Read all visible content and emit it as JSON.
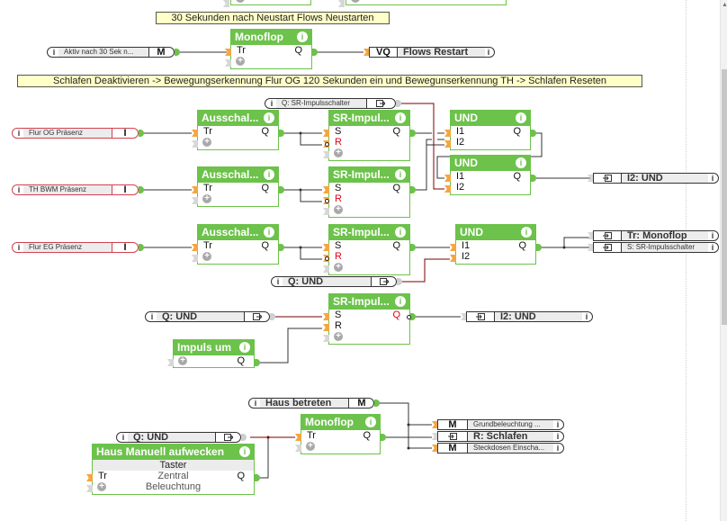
{
  "comments": {
    "restart": "30 Sekunden nach Neustart Flows Neustarten",
    "sleep": "Schlafen Deaktivieren -> Bewegungserkennung Flur OG 120 Sekunden ein und Bewegunserkennung TH -> Schlafen Reseten"
  },
  "blocks": {
    "monoflop_top": {
      "title": "Monoflop",
      "in": [
        "Tr"
      ],
      "out": [
        "Q"
      ]
    },
    "aus1": {
      "title": "Ausschal...",
      "in": [
        "Tr"
      ],
      "out": [
        "Q"
      ]
    },
    "aus2": {
      "title": "Ausschal...",
      "in": [
        "Tr"
      ],
      "out": [
        "Q"
      ]
    },
    "aus3": {
      "title": "Ausschal...",
      "in": [
        "Tr"
      ],
      "out": [
        "Q"
      ]
    },
    "sr1": {
      "title": "SR-Impul...",
      "in": [
        "S",
        "R"
      ],
      "out": [
        "Q"
      ]
    },
    "sr2": {
      "title": "SR-Impul...",
      "in": [
        "S",
        "R"
      ],
      "out": [
        "Q"
      ]
    },
    "sr3": {
      "title": "SR-Impul...",
      "in": [
        "S",
        "R"
      ],
      "out": [
        "Q"
      ]
    },
    "sr4": {
      "title": "SR-Impul...",
      "in": [
        "S",
        "R"
      ],
      "out": [
        "Q"
      ]
    },
    "und1": {
      "title": "UND",
      "in": [
        "I1",
        "I2"
      ],
      "out": [
        "Q"
      ]
    },
    "und2": {
      "title": "UND",
      "in": [
        "I1",
        "I2"
      ],
      "out": [
        "Q"
      ]
    },
    "und3": {
      "title": "UND",
      "in": [
        "I1",
        "I2"
      ],
      "out": [
        "Q"
      ]
    },
    "impuls": {
      "title": "Impuls um",
      "out": [
        "Q"
      ]
    },
    "monoflop_bottom": {
      "title": "Monoflop",
      "in": [
        "Tr"
      ],
      "out": [
        "Q"
      ]
    },
    "haus_manuell": {
      "title": "Haus Manuell aufwecken",
      "in": [
        "Tr"
      ],
      "out": [
        "Q"
      ],
      "params": [
        "Taster",
        "Zentral",
        "Beleuchtung"
      ]
    }
  },
  "objects": {
    "aktiv": {
      "name": "Aktiv nach 30 Sek n...",
      "tag": "M"
    },
    "flows_restart": {
      "tag": "VQ",
      "name": "Flows Restart"
    },
    "flur_og": {
      "name": "Flur OG Präsenz",
      "tag": "I"
    },
    "th_bwm": {
      "name": "TH BWM Präsenz",
      "tag": "I"
    },
    "flur_eg": {
      "name": "Flur EG Präsenz",
      "tag": "I"
    },
    "q_sr": {
      "name": "Q: SR-Impulsschalter"
    },
    "i2_und_1": {
      "name": "I2: UND"
    },
    "tr_monoflop": {
      "name": "Tr: Monoflop"
    },
    "s_sr": {
      "name": "S: SR-Impulsschalter"
    },
    "q_und_1": {
      "name": "Q: UND"
    },
    "q_und_2": {
      "name": "Q: UND"
    },
    "i2_und_2": {
      "name": "I2: UND"
    },
    "haus_betreten": {
      "name": "Haus betreten",
      "tag": "M"
    },
    "q_und_3": {
      "name": "Q: UND"
    },
    "grundbeleuchtung": {
      "tag": "M",
      "name": "Grundbeleuchtung ..."
    },
    "r_schlafen": {
      "name": "R: Schlafen"
    },
    "steckdosen": {
      "tag": "M",
      "name": "Steckdosen Einscha..."
    }
  },
  "icons": {
    "info": "i",
    "add": "+"
  },
  "colors": {
    "block_green": "#6cc24a",
    "input_pin": "#f4a640",
    "comment_bg": "#ffffc8",
    "wire_red": "#7a0000",
    "object_red_border": "#d2404f"
  }
}
